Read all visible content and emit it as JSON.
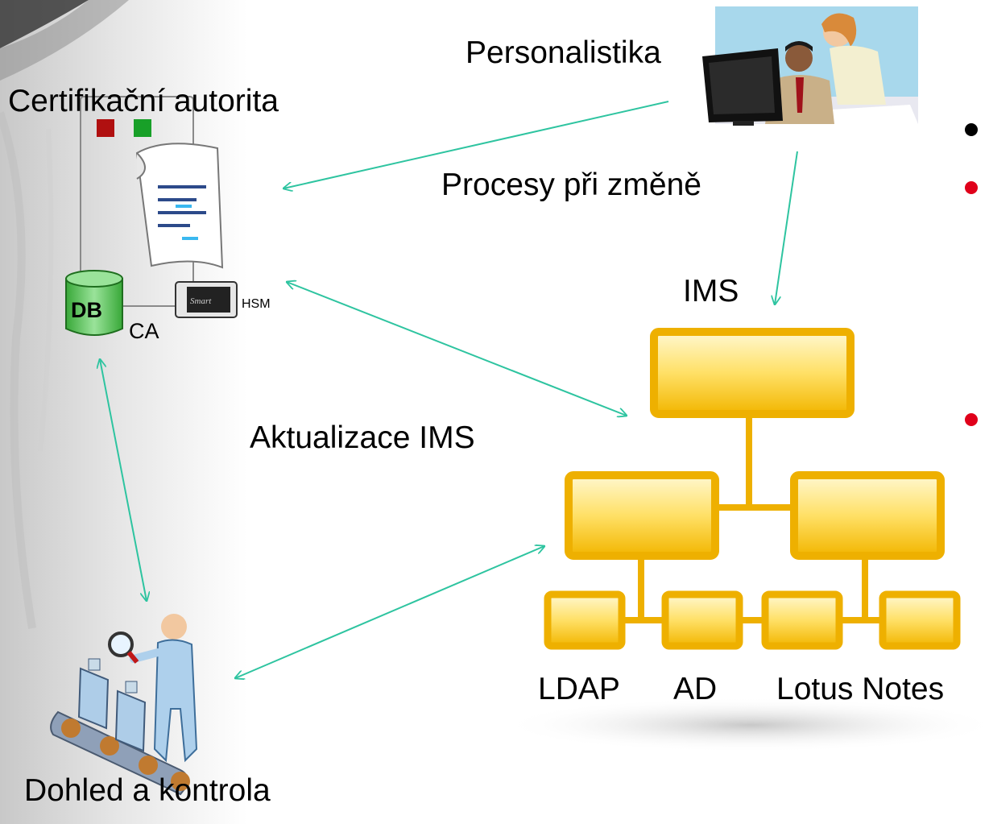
{
  "labels": {
    "personalistika": "Personalistika",
    "certifikacni_autorita": "Certifikační autorita",
    "procesy": "Procesy při změně",
    "ims": "IMS",
    "aktualizace": "Aktualizace IMS",
    "ldap": "LDAP",
    "ad": "AD",
    "lotus": "Lotus Notes",
    "dohled": "Dohled a kontrola"
  },
  "server": {
    "db": "DB",
    "ca": "CA",
    "hsm": "HSM",
    "smart": "Smart"
  },
  "colors": {
    "arrow": "#2ec4a0",
    "bullet_black": "#000000",
    "bullet_red": "#e0001a",
    "node_fill": "#f4c430",
    "node_border": "#e8a800"
  },
  "icons": {
    "background": "grey-swirl-texture",
    "personnel": "office-workers-at-computer",
    "certificate_authority": "server-with-certificate-icon",
    "supervision": "inspector-with-magnifier-icon",
    "ims_tree": "hierarchy-tree-icon"
  }
}
